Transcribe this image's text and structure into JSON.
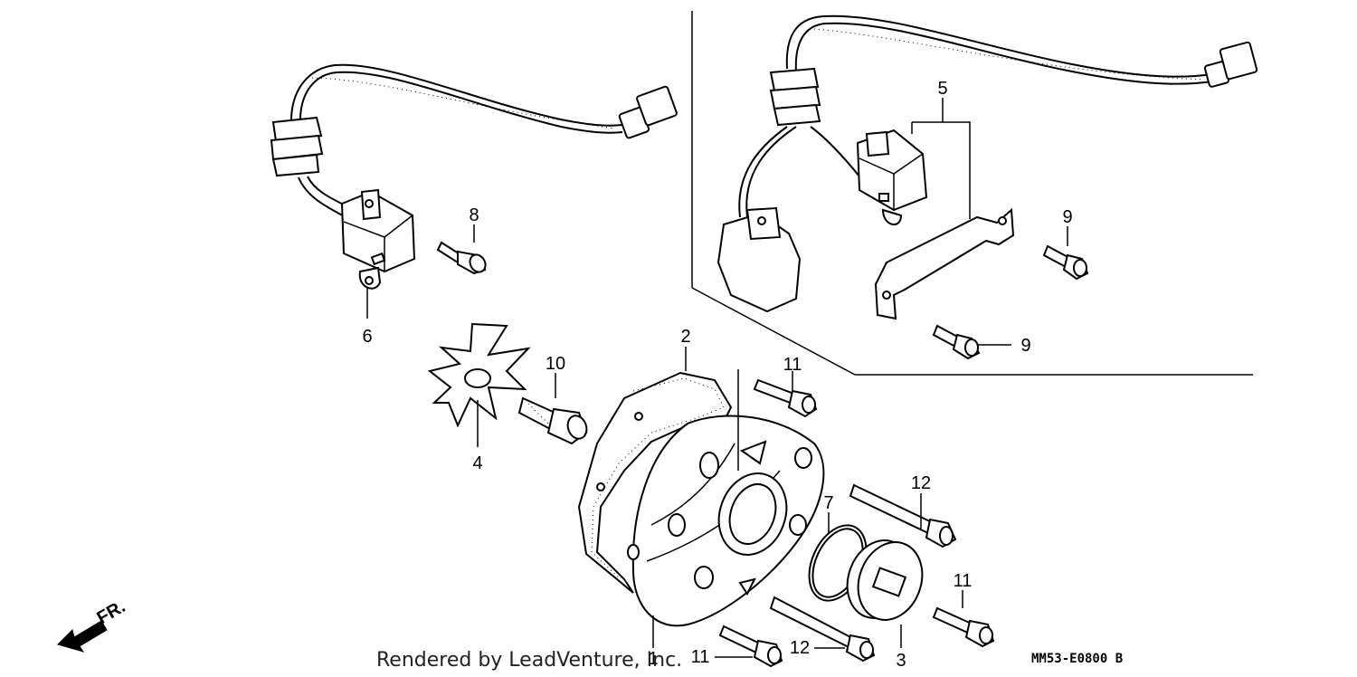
{
  "diagram": {
    "credit": "Rendered by LeadVenture, Inc.",
    "code": "MM53-E0800 B",
    "direction": "FR.",
    "callouts": {
      "c1": "1",
      "c2": "2",
      "c3": "3",
      "c4": "4",
      "c5": "5",
      "c6": "6",
      "c7": "7",
      "c8": "8",
      "c9a": "9",
      "c9b": "9",
      "c10": "10",
      "c11a": "11",
      "c11b": "11",
      "c11c": "11",
      "c12a": "12",
      "c12b": "12"
    }
  }
}
